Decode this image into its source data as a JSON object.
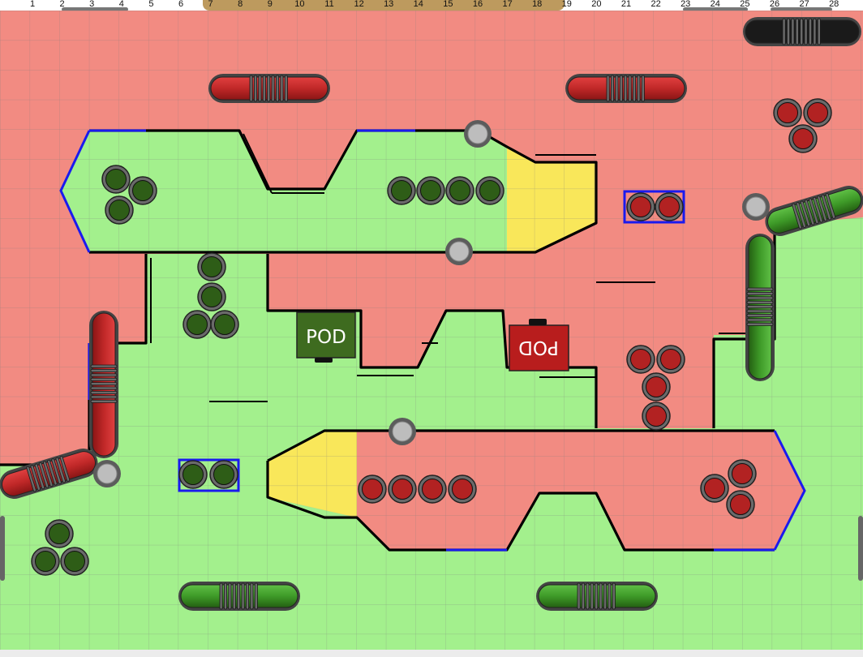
{
  "ruler": {
    "numbers": [
      "1",
      "2",
      "3",
      "4",
      "5",
      "6",
      "7",
      "8",
      "9",
      "10",
      "11",
      "12",
      "13",
      "14",
      "15",
      "16",
      "17",
      "18",
      "19",
      "20",
      "21",
      "22",
      "23",
      "24",
      "25",
      "26",
      "27",
      "28"
    ],
    "highlight_range": [
      7,
      19
    ]
  },
  "pods": [
    {
      "label": "POD",
      "alliance": "green"
    },
    {
      "label": "POD",
      "alliance": "red"
    }
  ],
  "colors": {
    "red_zone": "#f28b82",
    "green_zone": "#a3f08d",
    "yellow_zone": "#f9e75a",
    "green_ball": "#2e5d17",
    "red_ball": "#b22222",
    "wall": "#000000",
    "blue_edge": "#1a1aee",
    "grid_line": "#7a7a7a"
  },
  "icons": [
    "ball-icon",
    "roller-icon",
    "bumper-icon"
  ]
}
